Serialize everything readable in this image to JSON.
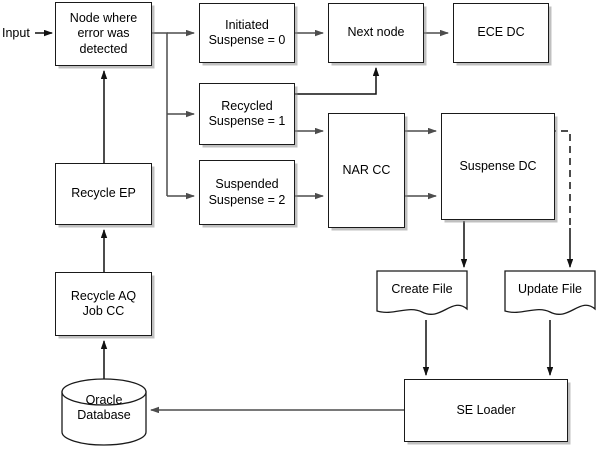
{
  "diagram": {
    "title": "Error handling / suspense processing flowchart",
    "colors": {
      "stroke": "#1a1a1a",
      "arrow": "#4d4d4d",
      "fill": "#ffffff",
      "shadow": "#8c8c8c"
    },
    "input_label": "Input",
    "nodes": [
      {
        "id": "node-error",
        "label": "Node where\nerror was\ndetected",
        "shape": "rect"
      },
      {
        "id": "initiated",
        "label": "Initiated\nSuspense = 0",
        "shape": "rect"
      },
      {
        "id": "next-node",
        "label": "Next node",
        "shape": "rect"
      },
      {
        "id": "ece-dc",
        "label": "ECE DC",
        "shape": "rect"
      },
      {
        "id": "recycled",
        "label": "Recycled\nSuspense = 1",
        "shape": "rect"
      },
      {
        "id": "suspended",
        "label": "Suspended\nSuspense = 2",
        "shape": "rect"
      },
      {
        "id": "nar-cc",
        "label": "NAR CC",
        "shape": "rect"
      },
      {
        "id": "suspense-dc",
        "label": "Suspense DC",
        "shape": "rect"
      },
      {
        "id": "recycle-ep",
        "label": "Recycle EP",
        "shape": "rect"
      },
      {
        "id": "recycle-aq",
        "label": "Recycle AQ\nJob CC",
        "shape": "rect"
      },
      {
        "id": "oracle-db",
        "label": "Oracle\nDatabase",
        "shape": "cylinder"
      },
      {
        "id": "create-file",
        "label": "Create File",
        "shape": "document"
      },
      {
        "id": "update-file",
        "label": "Update File",
        "shape": "document"
      },
      {
        "id": "se-loader",
        "label": "SE Loader",
        "shape": "rect"
      }
    ],
    "edges": [
      {
        "from": "input",
        "to": "node-error",
        "style": "solid"
      },
      {
        "from": "node-error",
        "to": "initiated",
        "style": "solid"
      },
      {
        "from": "node-error",
        "to": "recycled",
        "style": "solid"
      },
      {
        "from": "node-error",
        "to": "suspended",
        "style": "solid"
      },
      {
        "from": "initiated",
        "to": "next-node",
        "style": "solid"
      },
      {
        "from": "next-node",
        "to": "ece-dc",
        "style": "solid"
      },
      {
        "from": "recycled",
        "to": "next-node",
        "style": "solid"
      },
      {
        "from": "recycled",
        "to": "nar-cc",
        "style": "solid"
      },
      {
        "from": "suspended",
        "to": "nar-cc",
        "style": "solid"
      },
      {
        "from": "nar-cc",
        "to": "suspense-dc",
        "style": "solid"
      },
      {
        "from": "suspense-dc",
        "to": "update-file",
        "style": "dashed"
      },
      {
        "from": "suspense-dc",
        "to": "create-file",
        "style": "dashed"
      },
      {
        "from": "create-file",
        "to": "se-loader",
        "style": "solid"
      },
      {
        "from": "update-file",
        "to": "se-loader",
        "style": "solid"
      },
      {
        "from": "se-loader",
        "to": "oracle-db",
        "style": "solid"
      },
      {
        "from": "oracle-db",
        "to": "recycle-aq",
        "style": "solid"
      },
      {
        "from": "recycle-aq",
        "to": "recycle-ep",
        "style": "solid"
      },
      {
        "from": "recycle-ep",
        "to": "node-error",
        "style": "solid"
      }
    ]
  }
}
